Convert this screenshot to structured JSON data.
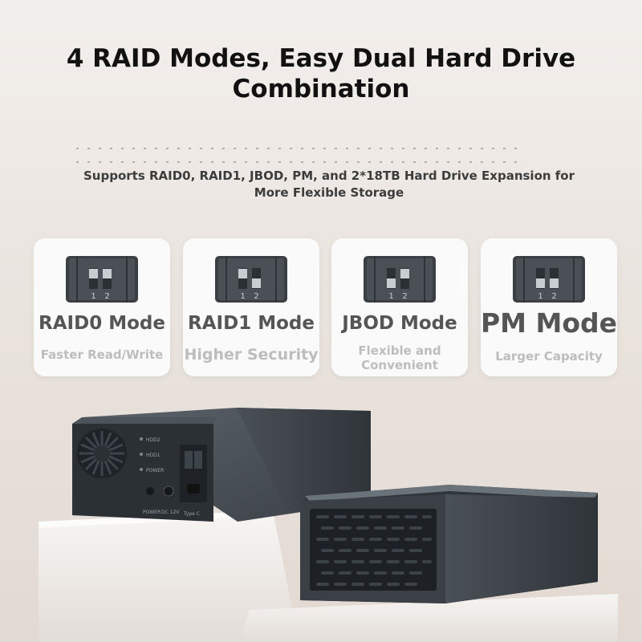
{
  "header": {
    "title_line1": "4 RAID Modes, Easy Dual Hard Drive",
    "title_line2": "Combination",
    "subtitle_line1": "Supports RAID0, RAID1, JBOD, PM, and 2*18TB Hard Drive Expansion for",
    "subtitle_line2": "More Flexible Storage"
  },
  "modes": [
    {
      "title": "RAID0 Mode",
      "desc_line1": "Faster Read/Write",
      "desc_line2": "",
      "switch_label_1": "1",
      "switch_label_2": "2"
    },
    {
      "title": "RAID1 Mode",
      "desc_line1": "Higher Security",
      "desc_line2": "",
      "switch_label_1": "1",
      "switch_label_2": "2"
    },
    {
      "title": "JBOD Mode",
      "desc_line1": "Flexible and",
      "desc_line2": "Convenient",
      "switch_label_1": "1",
      "switch_label_2": "2"
    },
    {
      "title": "PM Mode",
      "desc_line1": "Larger Capacity",
      "desc_line2": "",
      "switch_label_1": "1",
      "switch_label_2": "2"
    }
  ],
  "device": {
    "led_hdd2": "HDD2",
    "led_hdd1": "HDD1",
    "led_power": "POWER",
    "port_power": "POWER",
    "port_dc": "DC 12V",
    "port_typec": "Type C"
  },
  "colors": {
    "device_body": "#3f454b",
    "card_background": "#fafafa",
    "title_text": "#111111"
  }
}
